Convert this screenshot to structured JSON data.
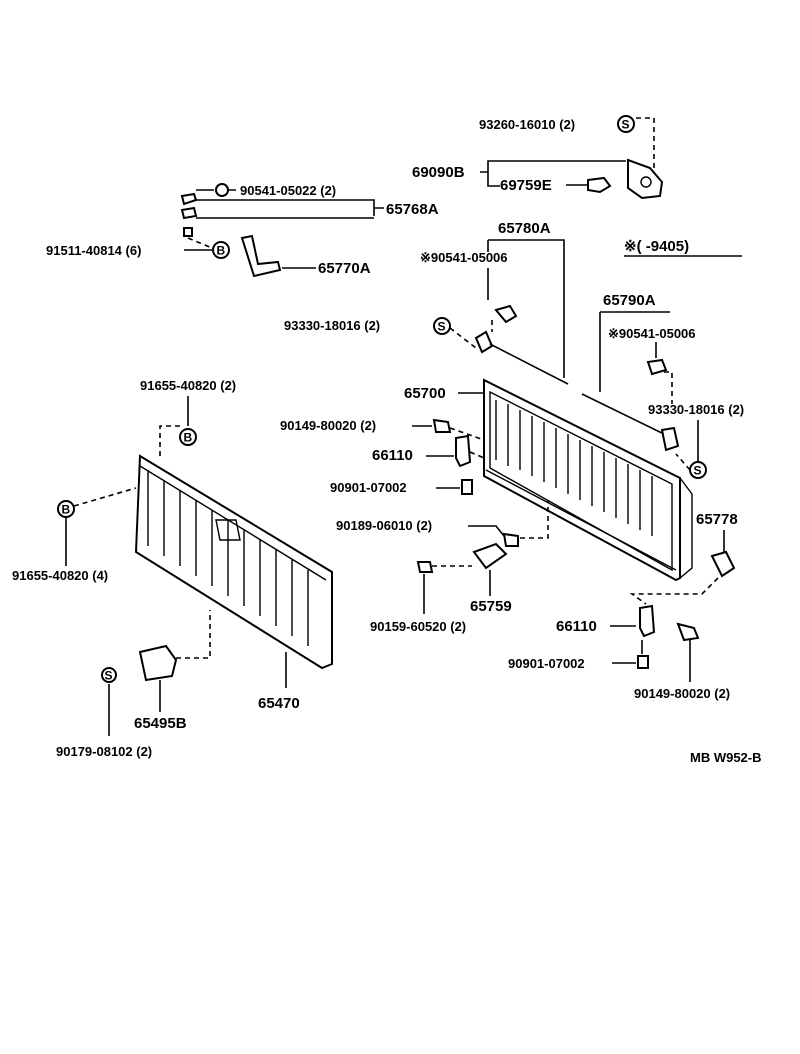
{
  "parts": {
    "p93260": "93260-16010 (2)",
    "p69090B": "69090B",
    "p69759E": "69759E",
    "p90541_05022": "90541-05022 (2)",
    "p65768A": "65768A",
    "p91511": "91511-40814 (6)",
    "p65770A": "65770A",
    "p65780A": "65780A",
    "p90541_05006a": "※90541-05006",
    "note": "※(      -9405)",
    "p93330a": "93330-18016 (2)",
    "p65790A": "65790A",
    "p90541_05006b": "※90541-05006",
    "p65700": "65700",
    "p93330b": "93330-18016 (2)",
    "p91655a": "91655-40820 (2)",
    "p90149a": "90149-80020 (2)",
    "p66110a": "66110",
    "p90901a": "90901-07002",
    "p90189": "90189-06010 (2)",
    "p65778": "65778",
    "p91655b": "91655-40820 (4)",
    "p65759": "65759",
    "p90159": "90159-60520 (2)",
    "p66110b": "66110",
    "p90901b": "90901-07002",
    "p90149b": "90149-80020 (2)",
    "p65495B": "65495B",
    "p65470": "65470",
    "p90179": "90179-08102 (2)"
  },
  "symbols": {
    "s": "S",
    "b": "B"
  },
  "footer": {
    "code": "MB W952-B"
  }
}
